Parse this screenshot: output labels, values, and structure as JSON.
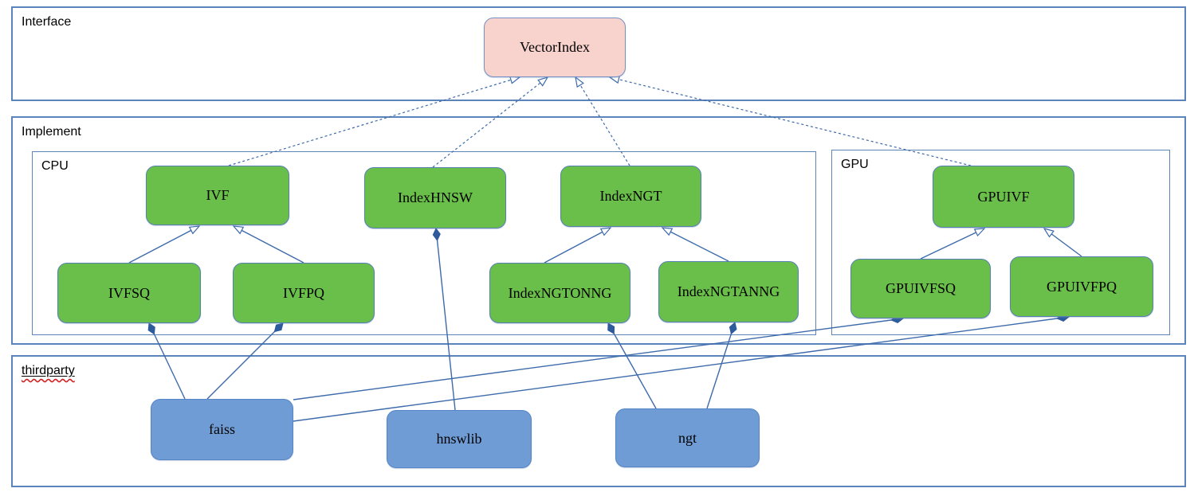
{
  "diagram": {
    "colors": {
      "line": "#3d6aab",
      "diamond": "#2e5b9c",
      "container_border": "#5b84bb",
      "green_fill": "#6abf4a",
      "green_border": "#567fb4",
      "pink_fill": "#f8d2cd",
      "pink_border": "#7590c3",
      "blue_fill": "#6f9cd4",
      "blue_border": "#5585c7",
      "spellcheck": "#d42020",
      "text": "#000000"
    },
    "containers": [
      {
        "id": "interface",
        "label": "Interface"
      },
      {
        "id": "implement",
        "label": "Implement"
      },
      {
        "id": "cpu",
        "label": "CPU"
      },
      {
        "id": "gpu",
        "label": "GPU"
      },
      {
        "id": "thirdparty",
        "label": "thirdparty",
        "misspelled": true
      }
    ],
    "nodes": [
      {
        "id": "vectorindex",
        "label": "VectorIndex",
        "group": "interface"
      },
      {
        "id": "ivf",
        "label": "IVF",
        "group": "cpu"
      },
      {
        "id": "indexhnsw",
        "label": "IndexHNSW",
        "group": "cpu"
      },
      {
        "id": "indexngt",
        "label": "IndexNGT",
        "group": "cpu"
      },
      {
        "id": "ivfsq",
        "label": "IVFSQ",
        "group": "cpu"
      },
      {
        "id": "ivfpq",
        "label": "IVFPQ",
        "group": "cpu"
      },
      {
        "id": "indexngtonng",
        "label": "IndexNGTONNG",
        "group": "cpu"
      },
      {
        "id": "indexngtanng",
        "label": "IndexNGTANNG",
        "group": "cpu"
      },
      {
        "id": "gpuivf",
        "label": "GPUIVF",
        "group": "gpu"
      },
      {
        "id": "gpuivfsq",
        "label": "GPUIVFSQ",
        "group": "gpu"
      },
      {
        "id": "gpuivfpq",
        "label": "GPUIVFPQ",
        "group": "gpu"
      },
      {
        "id": "faiss",
        "label": "faiss",
        "group": "thirdparty"
      },
      {
        "id": "hnswlib",
        "label": "hnswlib",
        "group": "thirdparty"
      },
      {
        "id": "ngt",
        "label": "ngt",
        "group": "thirdparty"
      }
    ],
    "edges": [
      {
        "from": "ivf",
        "to": "vectorindex",
        "kind": "realization"
      },
      {
        "from": "indexhnsw",
        "to": "vectorindex",
        "kind": "realization"
      },
      {
        "from": "indexngt",
        "to": "vectorindex",
        "kind": "realization"
      },
      {
        "from": "gpuivf",
        "to": "vectorindex",
        "kind": "realization"
      },
      {
        "from": "ivfsq",
        "to": "ivf",
        "kind": "inheritance"
      },
      {
        "from": "ivfpq",
        "to": "ivf",
        "kind": "inheritance"
      },
      {
        "from": "indexngtonng",
        "to": "indexngt",
        "kind": "inheritance"
      },
      {
        "from": "indexngtanng",
        "to": "indexngt",
        "kind": "inheritance"
      },
      {
        "from": "gpuivfsq",
        "to": "gpuivf",
        "kind": "inheritance"
      },
      {
        "from": "gpuivfpq",
        "to": "gpuivf",
        "kind": "inheritance"
      },
      {
        "from": "faiss",
        "to": "ivfsq",
        "kind": "composition"
      },
      {
        "from": "faiss",
        "to": "ivfpq",
        "kind": "composition"
      },
      {
        "from": "hnswlib",
        "to": "indexhnsw",
        "kind": "composition"
      },
      {
        "from": "ngt",
        "to": "indexngtonng",
        "kind": "composition"
      },
      {
        "from": "ngt",
        "to": "indexngtanng",
        "kind": "composition"
      },
      {
        "from": "faiss",
        "to": "gpuivfsq",
        "kind": "composition"
      },
      {
        "from": "faiss",
        "to": "gpuivfpq",
        "kind": "composition"
      }
    ]
  }
}
